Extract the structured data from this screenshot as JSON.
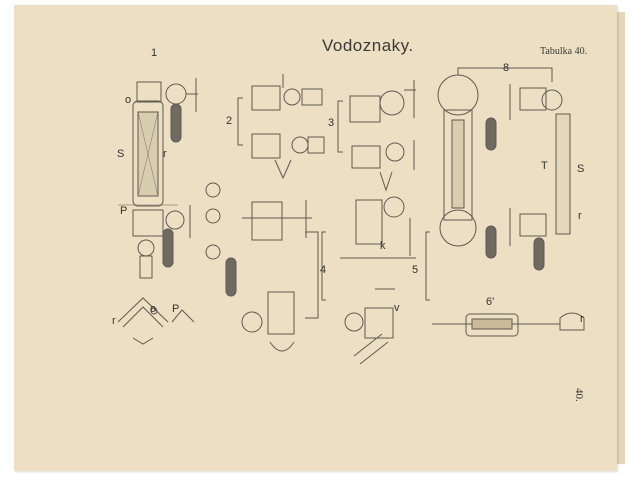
{
  "title": "Vodoznaky.",
  "plate": "Tabulka 40.",
  "page_number": "40.",
  "figure_labels": [
    "1",
    "2",
    "3",
    "4",
    "5",
    "6'",
    "8"
  ],
  "part_labels": [
    "S",
    "r",
    "o",
    "P",
    "T",
    "S",
    "r",
    "k",
    "v",
    "r",
    "o",
    "P",
    "r"
  ],
  "colors": {
    "paper": "#ecdfc3",
    "ink": "#5a5650",
    "background": "#ffffff"
  }
}
